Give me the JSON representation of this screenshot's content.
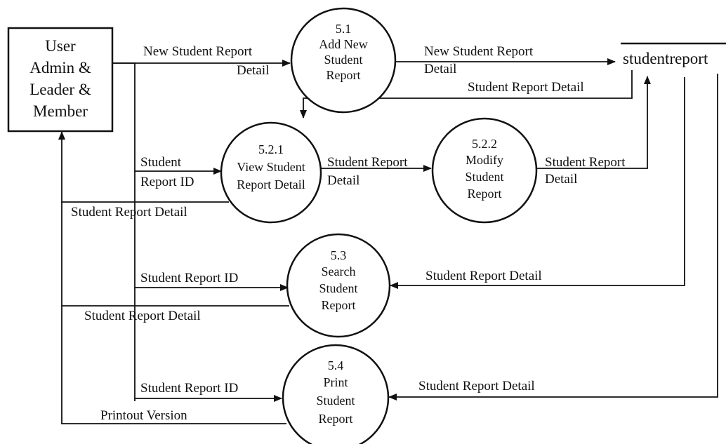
{
  "entity": {
    "lines": [
      "User",
      "Admin &",
      "Leader &",
      "Member"
    ]
  },
  "data_store": {
    "name": "studentreport"
  },
  "processes": [
    {
      "id": "p51",
      "lines": [
        "5.1",
        "Add New",
        "Student",
        "Report"
      ]
    },
    {
      "id": "p521",
      "lines": [
        "5.2.1",
        "View Student",
        "Report Detail"
      ]
    },
    {
      "id": "p522",
      "lines": [
        "5.2.2",
        "Modify",
        "Student",
        "Report"
      ]
    },
    {
      "id": "p53",
      "lines": [
        "5.3",
        "Search",
        "Student",
        "Report"
      ]
    },
    {
      "id": "p54",
      "lines": [
        "5.4",
        "Print",
        "Student",
        "Report"
      ]
    }
  ],
  "flow_labels": {
    "user_to_51": [
      "New Student Report",
      "Detail"
    ],
    "p51_to_store": [
      "New Student Report",
      "Detail"
    ],
    "store_to_521": "Student Report Detail",
    "user_to_521": [
      "Student",
      "Report ID"
    ],
    "p521_to_522": [
      "Student Report",
      "Detail"
    ],
    "p522_to_store": [
      "Student Report",
      "Detail"
    ],
    "p521_to_user": "Student Report Detail",
    "user_to_53": "Student Report ID",
    "store_to_53": "Student Report Detail",
    "p53_to_user": "Student Report Detail",
    "user_to_54": "Student Report ID",
    "store_to_54": "Student Report Detail",
    "p54_to_user": "Printout Version"
  }
}
